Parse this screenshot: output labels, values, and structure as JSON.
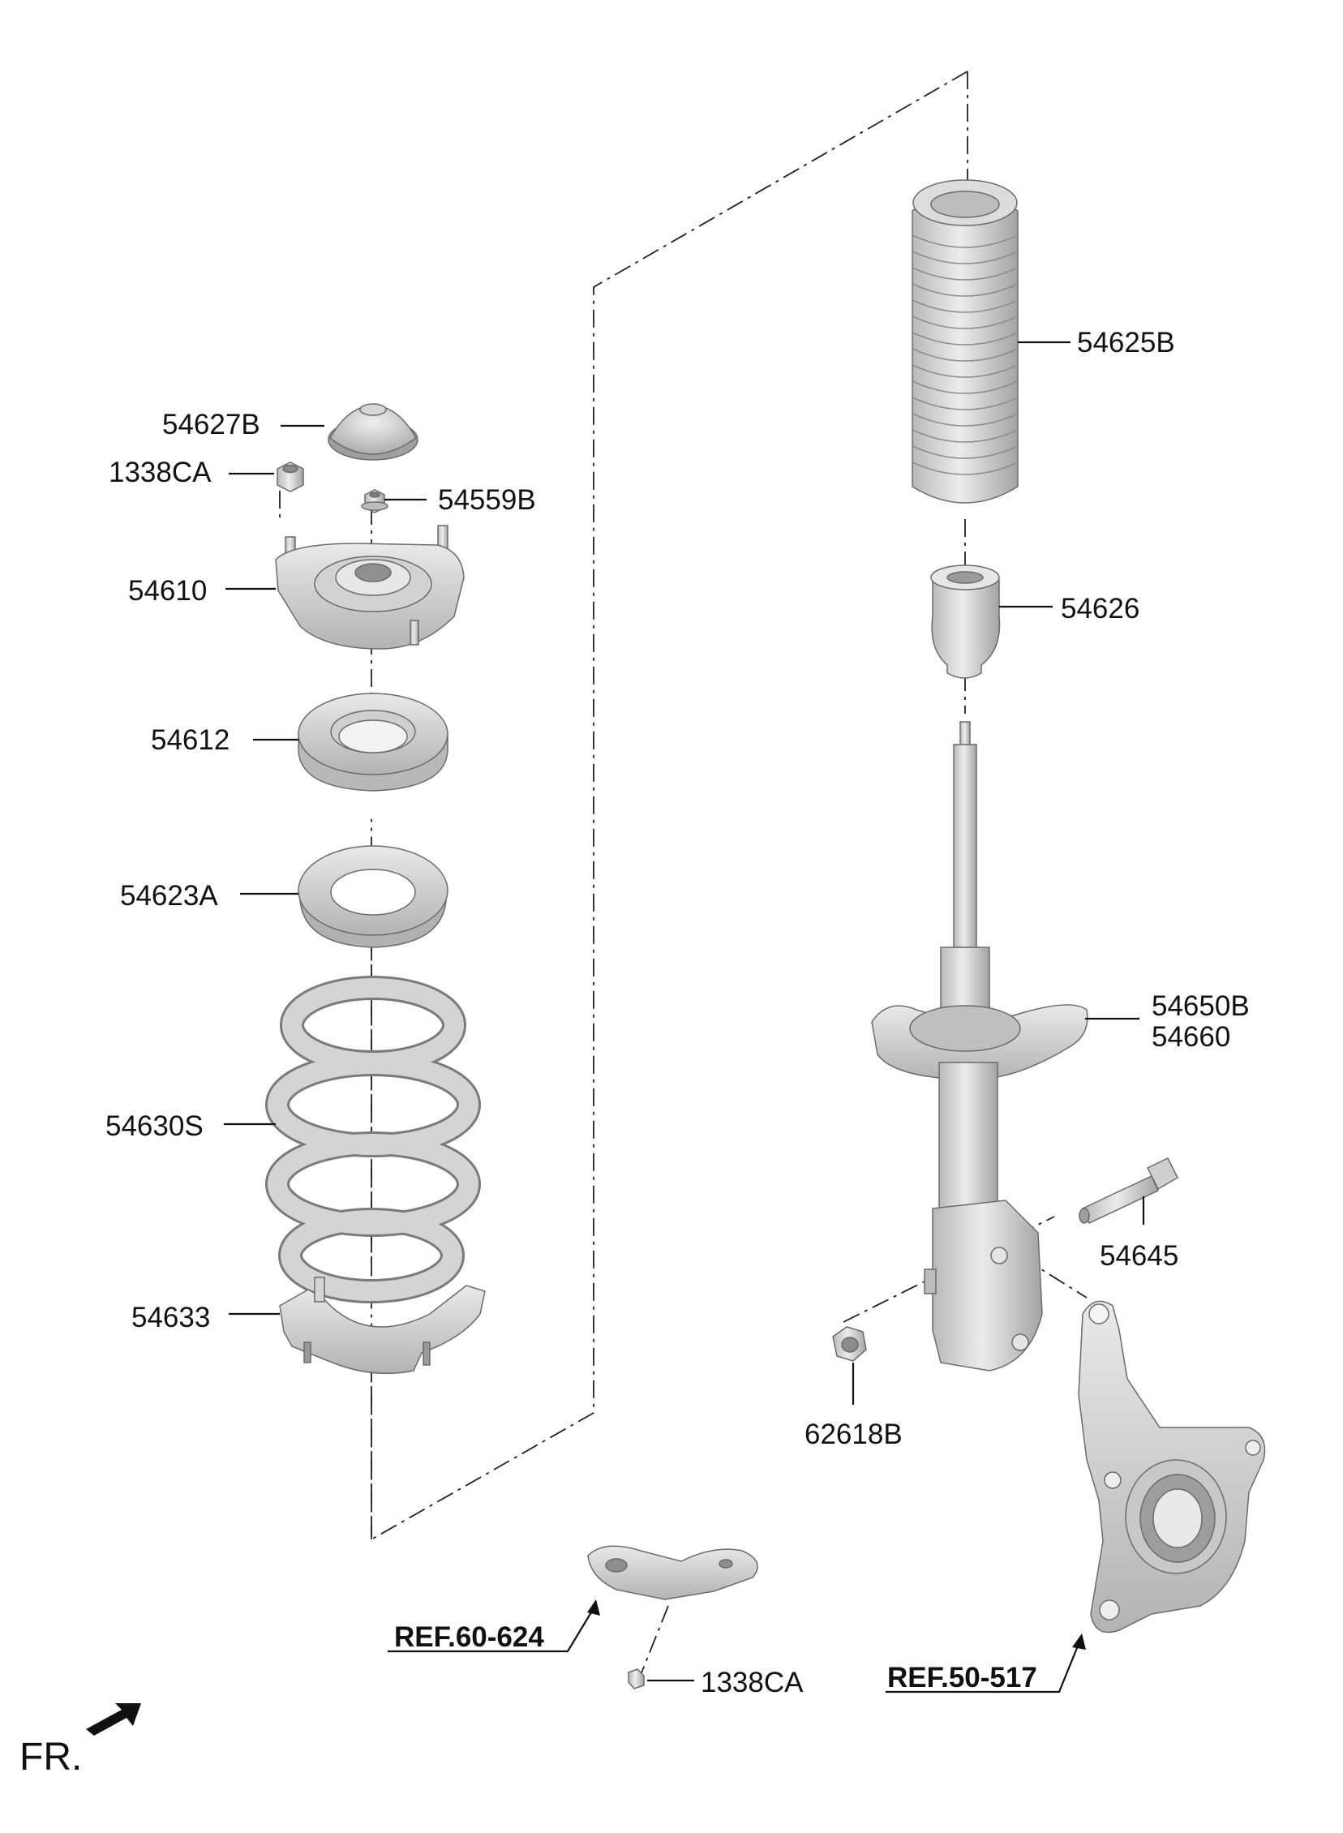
{
  "labels": {
    "p54627B": "54627B",
    "p1338CA_top": "1338CA",
    "p54559B": "54559B",
    "p54610": "54610",
    "p54612": "54612",
    "p54623A": "54623A",
    "p54630S": "54630S",
    "p54633": "54633",
    "p54625B": "54625B",
    "p54626": "54626",
    "p54650B": "54650B",
    "p54660": "54660",
    "p54645": "54645",
    "p62618B": "62618B",
    "ref60": "REF.60-624",
    "ref50": "REF.50-517",
    "p1338CA_bottom": "1338CA",
    "front": "FR."
  },
  "colors": {
    "part_fill_light": "#e4e4e4",
    "part_fill_mid": "#c9c9c9",
    "part_fill_dark": "#a9a9a9",
    "line": "#111111"
  }
}
